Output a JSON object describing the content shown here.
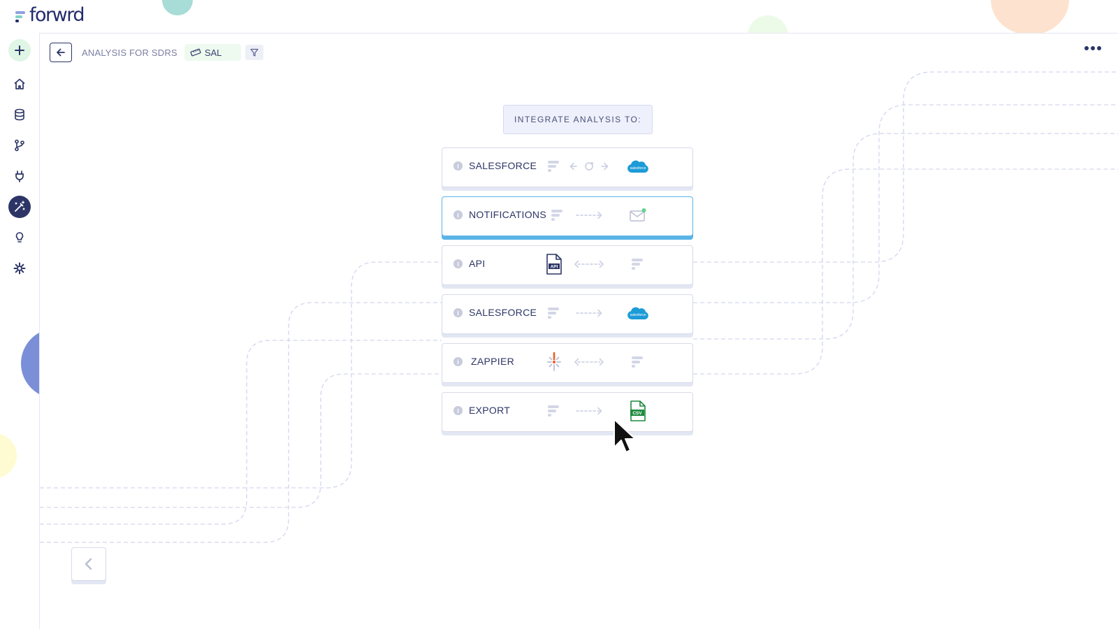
{
  "app": {
    "brand": "forwrd",
    "colors": {
      "accent_dark": "#2c3566",
      "active_card": "#5ab4e6",
      "dashed_line": "#d3d6ee"
    }
  },
  "sidebar": {
    "items": [
      {
        "name": "add",
        "icon": "plus-icon"
      },
      {
        "name": "home",
        "icon": "home-icon"
      },
      {
        "name": "data",
        "icon": "database-icon"
      },
      {
        "name": "branches",
        "icon": "git-branch-icon"
      },
      {
        "name": "integrations",
        "icon": "plug-icon"
      },
      {
        "name": "analysis",
        "icon": "magic-wand-icon",
        "active": true
      },
      {
        "name": "insights",
        "icon": "bulb-icon"
      },
      {
        "name": "settings",
        "icon": "gear-icon"
      }
    ]
  },
  "header": {
    "breadcrumb": "ANALYSIS FOR SDRS",
    "tag_label": "SAL",
    "tag_icon": "ruler-icon",
    "filter_icon": "filter-icon",
    "more_icon": "more-horizontal-icon"
  },
  "integrate": {
    "title": "INTEGRATE ANALYSIS TO:",
    "cards": [
      {
        "label": "SALESFORCE",
        "flow": "sync",
        "icon": "salesforce-icon",
        "active": false
      },
      {
        "label": "NOTIFICATIONS",
        "flow": "send",
        "icon": "mail-icon",
        "active": true
      },
      {
        "label": "API",
        "flow": "bidirectional",
        "icon": "api-file-icon",
        "active": false
      },
      {
        "label": "SALESFORCE",
        "flow": "send",
        "icon": "salesforce-icon",
        "active": false
      },
      {
        "label": "ZAPPIER",
        "flow": "bidirectional",
        "icon": "zapier-icon",
        "active": false
      },
      {
        "label": "EXPORT",
        "flow": "send",
        "icon": "csv-file-icon",
        "active": false
      }
    ]
  },
  "footer": {
    "collapse_icon": "chevron-left-icon"
  }
}
